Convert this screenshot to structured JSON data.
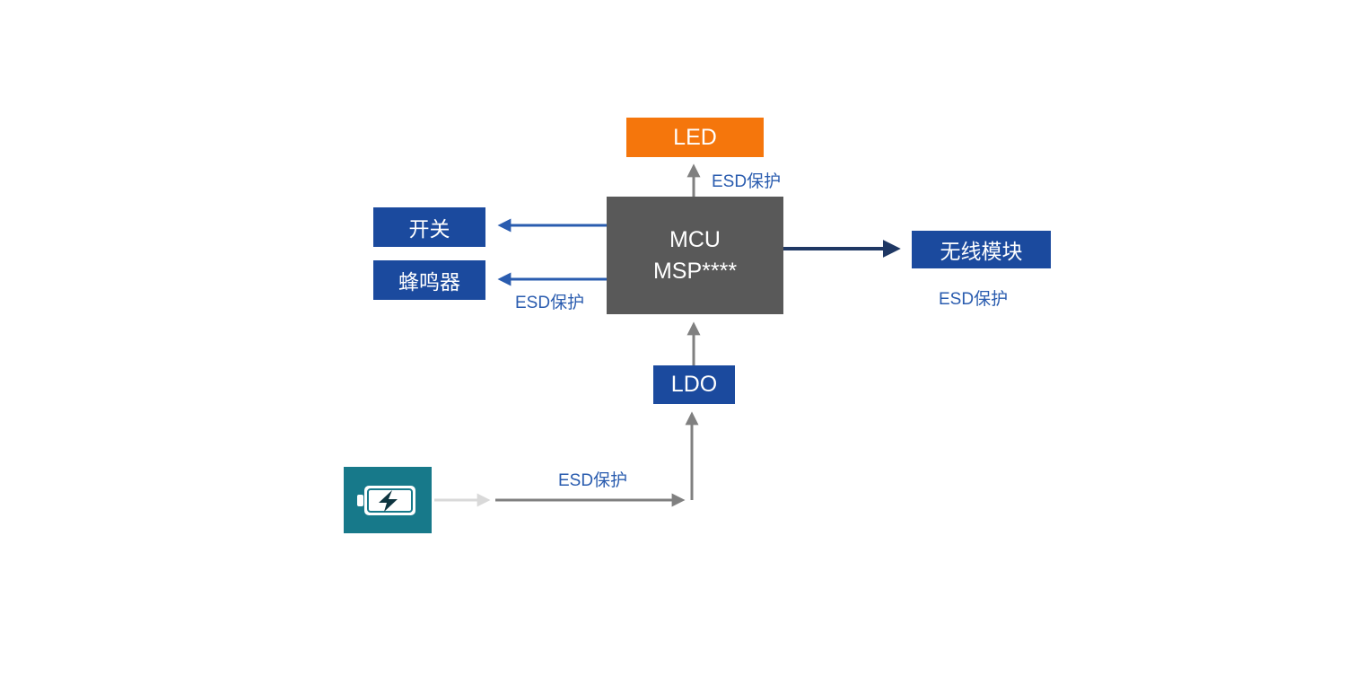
{
  "diagram": {
    "nodes": {
      "led": {
        "label": "LED"
      },
      "mcu": {
        "line1": "MCU",
        "line2": "MSP****"
      },
      "switch": {
        "label": "开关"
      },
      "buzzer": {
        "label": "蜂鸣器"
      },
      "wireless": {
        "label": "无线模块"
      },
      "ldo": {
        "label": "LDO"
      }
    },
    "esd_labels": {
      "top": "ESD保护",
      "left": "ESD保护",
      "right": "ESD保护",
      "bottom": "ESD保护"
    },
    "colors": {
      "node_blue": "#1B4A9E",
      "node_orange": "#F5760C",
      "node_gray": "#595959",
      "battery_teal": "#17798A",
      "esd_text_blue": "#2A5CAF",
      "arrow_blue": "#2A5CAF",
      "arrow_navy": "#1F3864",
      "arrow_gray": "#808080",
      "arrow_lightgray": "#D9D9D9"
    }
  }
}
